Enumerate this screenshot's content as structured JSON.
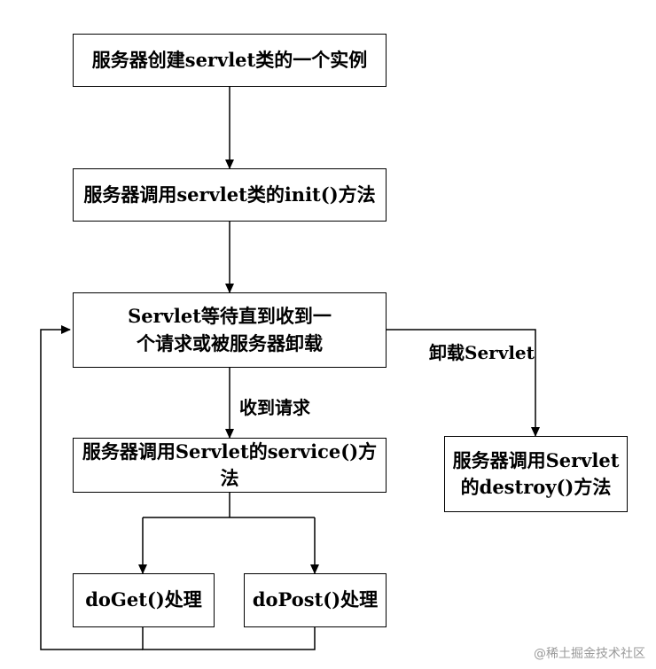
{
  "boxes": {
    "create_instance": "服务器创建servlet类的一个实例",
    "call_init": "服务器调用servlet类的init()方法",
    "wait_line1": "Servlet等待直到收到一",
    "wait_line2": "个请求或被服务器卸载",
    "call_service": "服务器调用Servlet的service()方法",
    "destroy_line1": "服务器调用Servlet",
    "destroy_line2": "的destroy()方法",
    "do_get": "doGet()处理",
    "do_post": "doPost()处理"
  },
  "edge_labels": {
    "unload": "卸载Servlet",
    "receive_request": "收到请求"
  },
  "watermark": "@稀土掘金技术社区"
}
